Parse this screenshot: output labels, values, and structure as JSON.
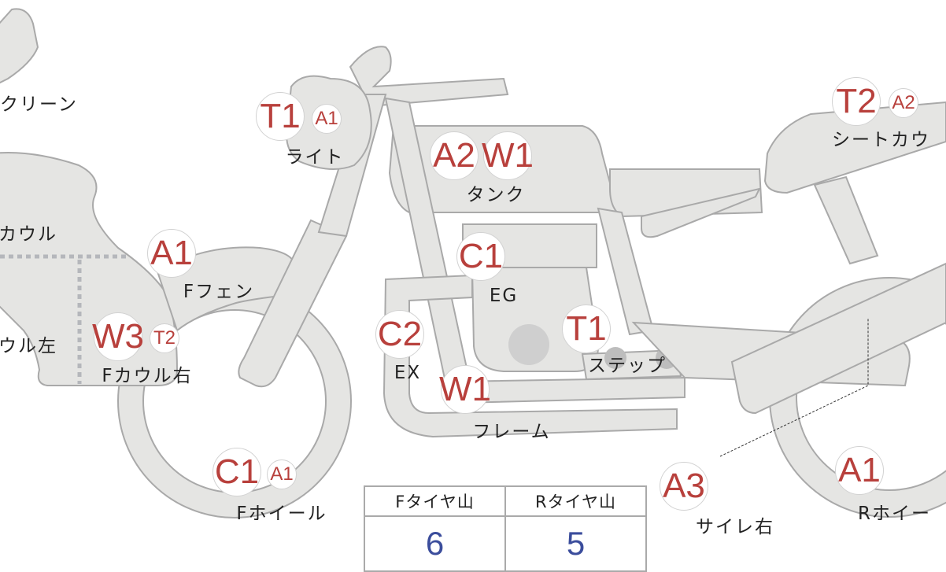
{
  "colors": {
    "part_fill": "#e5e5e3",
    "part_stroke": "#a9a9a9",
    "badge_text": "#b8403c",
    "value_text": "#3b4d9c"
  },
  "parts": {
    "screen": {
      "label": "クリーン"
    },
    "f_cowl": {
      "label": "カウル"
    },
    "f_cowl_left": {
      "label": "ウル左"
    },
    "light": {
      "label": "ライト",
      "codes": [
        "T1",
        "A1"
      ]
    },
    "tank": {
      "label": "タンク",
      "codes": [
        "A2",
        "W1"
      ]
    },
    "f_fender": {
      "label": "Fフェン",
      "codes": [
        "A1"
      ]
    },
    "f_cowl_right": {
      "label": "Fカウル右",
      "codes": [
        "W3",
        "T2"
      ]
    },
    "engine": {
      "label": "EG",
      "codes": [
        "C1"
      ]
    },
    "exhaust": {
      "label": "EX",
      "codes": [
        "C2"
      ]
    },
    "step": {
      "label": "ステップ",
      "codes": [
        "T1"
      ]
    },
    "frame": {
      "label": "フレーム",
      "codes": [
        "W1"
      ]
    },
    "f_wheel": {
      "label": "Fホイール",
      "codes": [
        "C1",
        "A1"
      ]
    },
    "silencer_right": {
      "label": "サイレ右",
      "codes": [
        "A3"
      ]
    },
    "r_wheel": {
      "label": "Rホイー",
      "codes": [
        "A1"
      ]
    },
    "seat_cowl": {
      "label": "シートカウ",
      "codes": [
        "T2",
        "A2"
      ]
    }
  },
  "tire_table": {
    "headers": [
      "Fタイヤ山",
      "Rタイヤ山"
    ],
    "values": [
      "6",
      "5"
    ]
  }
}
